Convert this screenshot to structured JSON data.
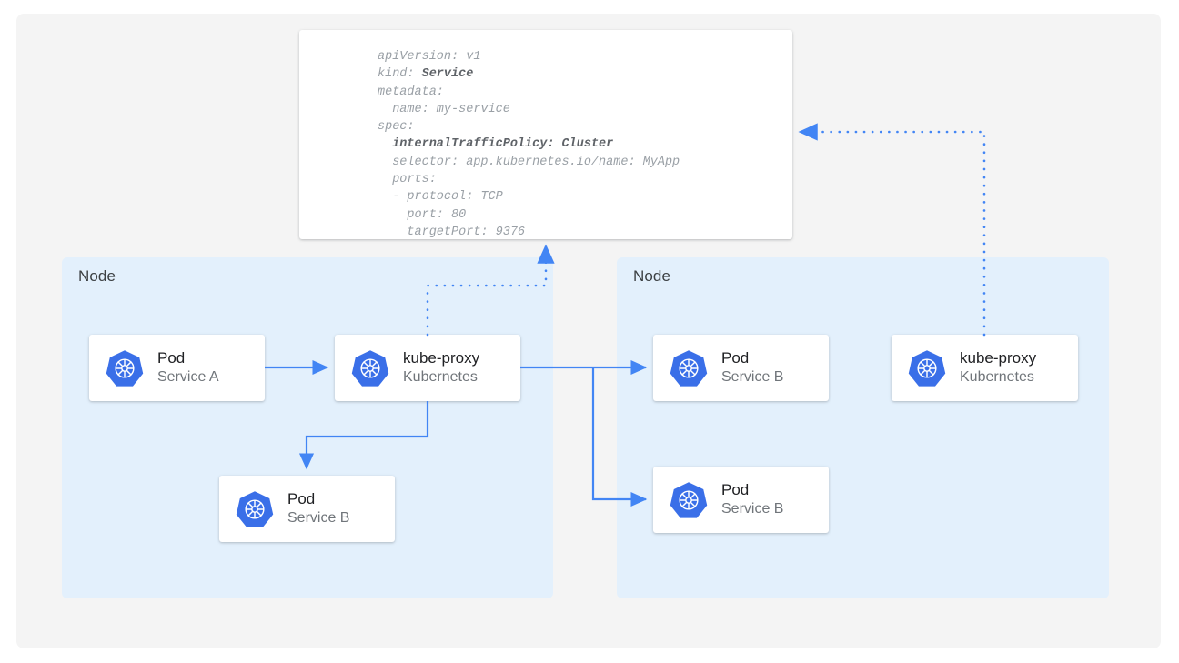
{
  "canvas": {
    "background": "#f4f4f4",
    "accent": "#4285f4",
    "node_fill": "#e3f0fc"
  },
  "manifest": {
    "name": "service-manifest",
    "lines": [
      {
        "indent": 0,
        "text": "apiVersion: v1",
        "bold": false
      },
      {
        "indent": 0,
        "text": "kind: ",
        "bold": false,
        "bold_tail": "Service"
      },
      {
        "indent": 0,
        "text": "metadata:",
        "bold": false
      },
      {
        "indent": 1,
        "text": "name: my-service",
        "bold": false
      },
      {
        "indent": 0,
        "text": "spec:",
        "bold": false
      },
      {
        "indent": 1,
        "text": "internalTrafficPolicy: Cluster",
        "bold": true
      },
      {
        "indent": 1,
        "text": "selector: app.kubernetes.io/name: MyApp",
        "bold": false
      },
      {
        "indent": 1,
        "text": "ports:",
        "bold": false
      },
      {
        "indent": 1,
        "text": "- protocol: TCP",
        "bold": false
      },
      {
        "indent": 2,
        "text": "port: 80",
        "bold": false
      },
      {
        "indent": 2,
        "text": "targetPort: 9376",
        "bold": false
      }
    ]
  },
  "nodes": [
    {
      "id": "node-left",
      "label": "Node"
    },
    {
      "id": "node-right",
      "label": "Node"
    }
  ],
  "cards": {
    "pod_a": {
      "title": "Pod",
      "subtitle": "Service A",
      "icon": "kubernetes-icon"
    },
    "kube_proxy_left": {
      "title": "kube-proxy",
      "subtitle": "Kubernetes",
      "icon": "kubernetes-icon"
    },
    "pod_b_local": {
      "title": "Pod",
      "subtitle": "Service B",
      "icon": "kubernetes-icon"
    },
    "pod_b_1": {
      "title": "Pod",
      "subtitle": "Service B",
      "icon": "kubernetes-icon"
    },
    "pod_b_2": {
      "title": "Pod",
      "subtitle": "Service B",
      "icon": "kubernetes-icon"
    },
    "kube_proxy_right": {
      "title": "kube-proxy",
      "subtitle": "Kubernetes",
      "icon": "kubernetes-icon"
    }
  },
  "connectors": [
    {
      "name": "pod-a-to-kube-proxy",
      "style": "solid",
      "arrow": "end"
    },
    {
      "name": "kube-proxy-to-pod-b-local",
      "style": "solid",
      "arrow": "end"
    },
    {
      "name": "kube-proxy-to-pod-b-1",
      "style": "solid",
      "arrow": "end"
    },
    {
      "name": "kube-proxy-to-pod-b-2",
      "style": "solid",
      "arrow": "end"
    },
    {
      "name": "kube-proxy-left-to-manifest",
      "style": "dotted",
      "arrow": "end"
    },
    {
      "name": "kube-proxy-right-to-manifest",
      "style": "dotted",
      "arrow": "end"
    }
  ]
}
